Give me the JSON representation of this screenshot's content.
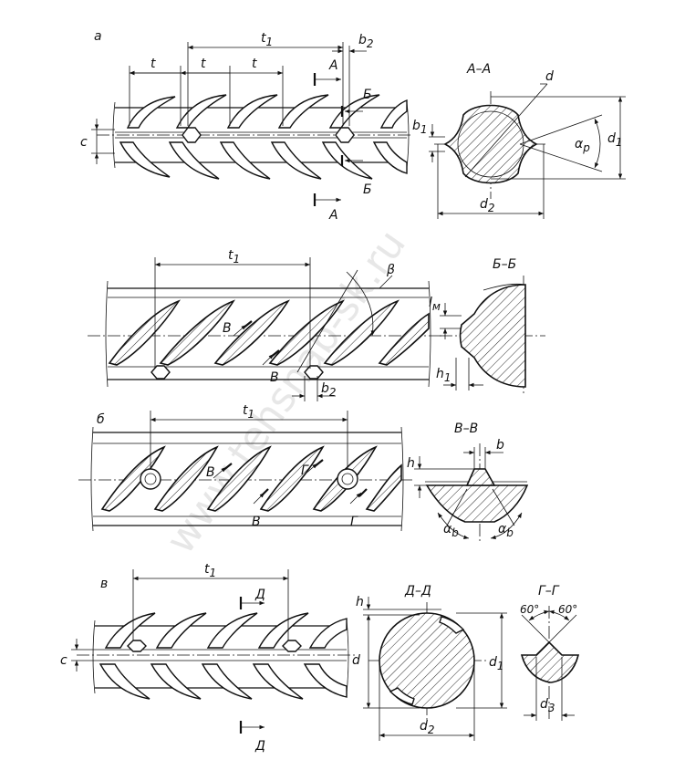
{
  "panel_labels": {
    "a": "а",
    "b": "б",
    "v": "в"
  },
  "section_titles": {
    "aa": "А–А",
    "bb": "Б–Б",
    "vv": "В–В",
    "dd": "Д–Д",
    "gg": "Г–Г"
  },
  "dims": {
    "t": "t",
    "t1": "t",
    "t1_sub": "1",
    "b": "b",
    "b1": "b",
    "b1_sub": "1",
    "b2": "b",
    "b2_sub": "2",
    "c": "c",
    "d": "d",
    "d1": "d",
    "d1_sub": "1",
    "d2": "d",
    "d2_sub": "2",
    "d3": "d",
    "d3_sub": "3",
    "h": "h",
    "h1": "h",
    "h1_sub": "1",
    "lm": "l",
    "lm_sub": "м",
    "alpha": "α",
    "alpha_p_sub": "р",
    "alpha_b_sub": "b",
    "beta": "β",
    "angle_60": "60°"
  },
  "cut_letters": {
    "A": "А",
    "B": "Б",
    "V": "В",
    "G": "Г",
    "D": "Д"
  },
  "watermark": "www.tehsnab-sk.ru"
}
